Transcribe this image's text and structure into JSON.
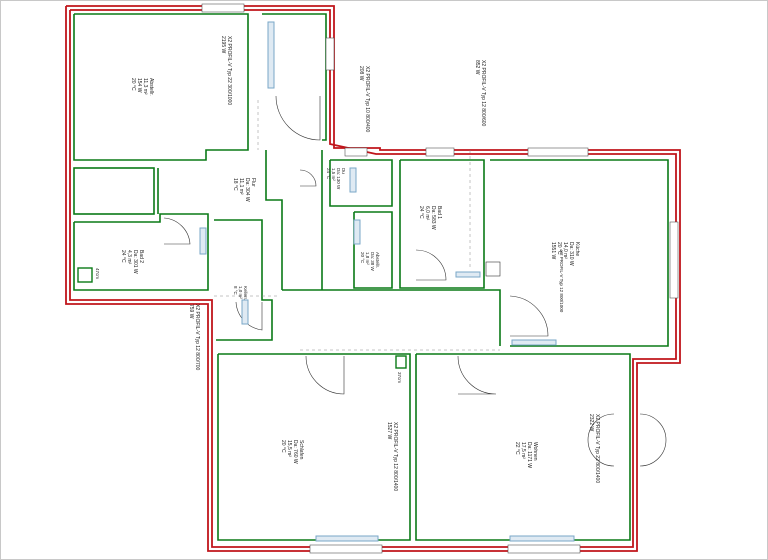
{
  "colors": {
    "outer_wall": "#c0151b",
    "inner_wall": "#0a7a17",
    "line": "#333333",
    "radiator": "#7aa7c7",
    "frame": "#c8c8c8"
  },
  "rooms": {
    "abstellraum": {
      "name": "Abstellr.",
      "area": "11,3 m²",
      "power": "154 W",
      "temp": "20 °C"
    },
    "bad2": {
      "name": "Bad 2",
      "area": "4,3 m²",
      "power": "Da: 301 W",
      "temp": "24 °C"
    },
    "flur": {
      "name": "Flur",
      "area": "11,1 m²",
      "power": "Da: 304 W",
      "temp": "18 °C"
    },
    "dusche": {
      "name": "Du",
      "area": "1,5 m²",
      "power": "Da: 130 W",
      "temp": "24 °C"
    },
    "ankleide": {
      "name": "Abstellr.",
      "area": "1,8 m²",
      "power": "Da: 38 W",
      "temp": "20 °C"
    },
    "bad1": {
      "name": "Bad 1",
      "area": "6,0 m²",
      "power": "Da: 583 W",
      "temp": "24 °C"
    },
    "kueche": {
      "name": "Küche",
      "area": "14,0 m²",
      "power": "Da: 310 W",
      "temp": "20 °C",
      "extra": "1551 W"
    },
    "kellerraum": {
      "name": "Kellerr.",
      "area": "1,0 m²",
      "temp": "8 °C"
    },
    "schlafen": {
      "name": "Schlafen",
      "area": "15,5 m²",
      "power": "Da: 760 W",
      "temp": "20 °C"
    },
    "wohnen": {
      "name": "Wohnen",
      "area": "17,5 m²",
      "power": "Da: 1171 W",
      "temp": "22 °C"
    }
  },
  "radiators": {
    "r1": {
      "spec": "X2 PROFIL-V Typ 22 300/1000",
      "power": "2195 W"
    },
    "r2": {
      "spec": "X2 PROFIL-V Typ 10 800/400",
      "power": "208 W"
    },
    "r3": {
      "spec": "X2 PROFIL-V Typ 12 800/600",
      "power": "852 W"
    },
    "r4": {
      "spec": "X2 PROFIL-V Typ 12 800/1000",
      "power": "1551 W"
    },
    "r5": {
      "spec": "X2 PROFIL-V Typ 12 800/700",
      "power": "759 W"
    },
    "r6": {
      "spec": "X2 PROFIL-V Typ 12 800/1400",
      "power": "1527 W"
    },
    "r7": {
      "spec": "X2 PROFIL-V Typ 22 800/1400",
      "power": "2322 W"
    }
  },
  "small_tags": {
    "bad2_unit": "47cm",
    "shaft": "37cm"
  }
}
